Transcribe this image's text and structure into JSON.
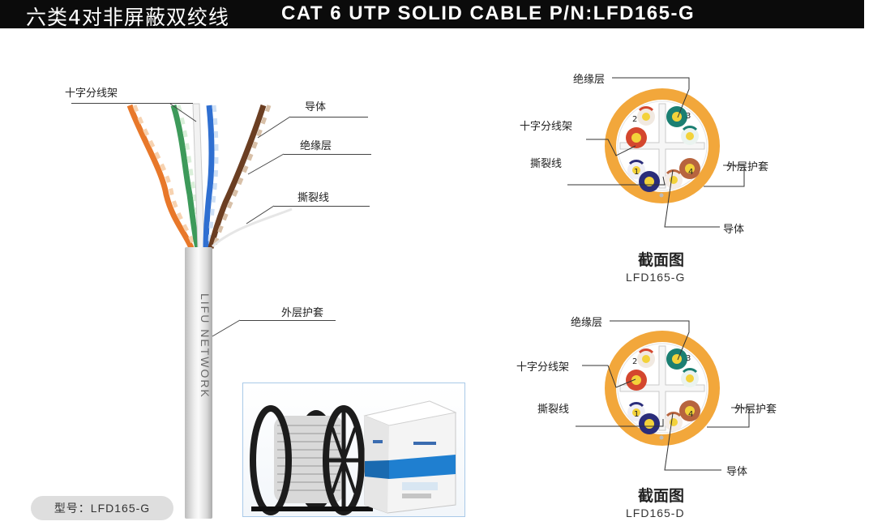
{
  "header": {
    "title_cn": "六类4对非屏蔽双绞线",
    "title_en": "CAT 6 UTP SOLID CABLE P/N:LFD165-G"
  },
  "cable_labels": {
    "cross": "十字分线架",
    "conductor": "导体",
    "insulation": "绝缘层",
    "ripcord": "撕裂线",
    "jacket": "外层护套"
  },
  "jacket_print": "LIFU NETWORK",
  "model_pill": "型号：LFD165-G",
  "sections": [
    {
      "labels": {
        "insulation": "绝缘层",
        "cross": "十字分线架",
        "ripcord": "撕裂线",
        "jacket": "外层护套",
        "conductor": "导体"
      },
      "title": "截面图",
      "model": "LFD165-G"
    },
    {
      "labels": {
        "insulation": "绝缘层",
        "cross": "十字分线架",
        "ripcord": "撕裂线",
        "jacket": "外层护套",
        "conductor": "导体"
      },
      "title": "截面图",
      "model": "LFD165-D"
    }
  ],
  "pair_numbers": [
    "1",
    "2",
    "3",
    "4"
  ],
  "colors": {
    "header_bg": "#0b0b0b",
    "jacket_orange": "#f2a73b",
    "pair_blue": "#2a2d7a",
    "pair_orange": "#d4472e",
    "pair_green": "#1b7f72",
    "pair_brown": "#b7643e",
    "conductor_yellow": "#f3d23a"
  }
}
